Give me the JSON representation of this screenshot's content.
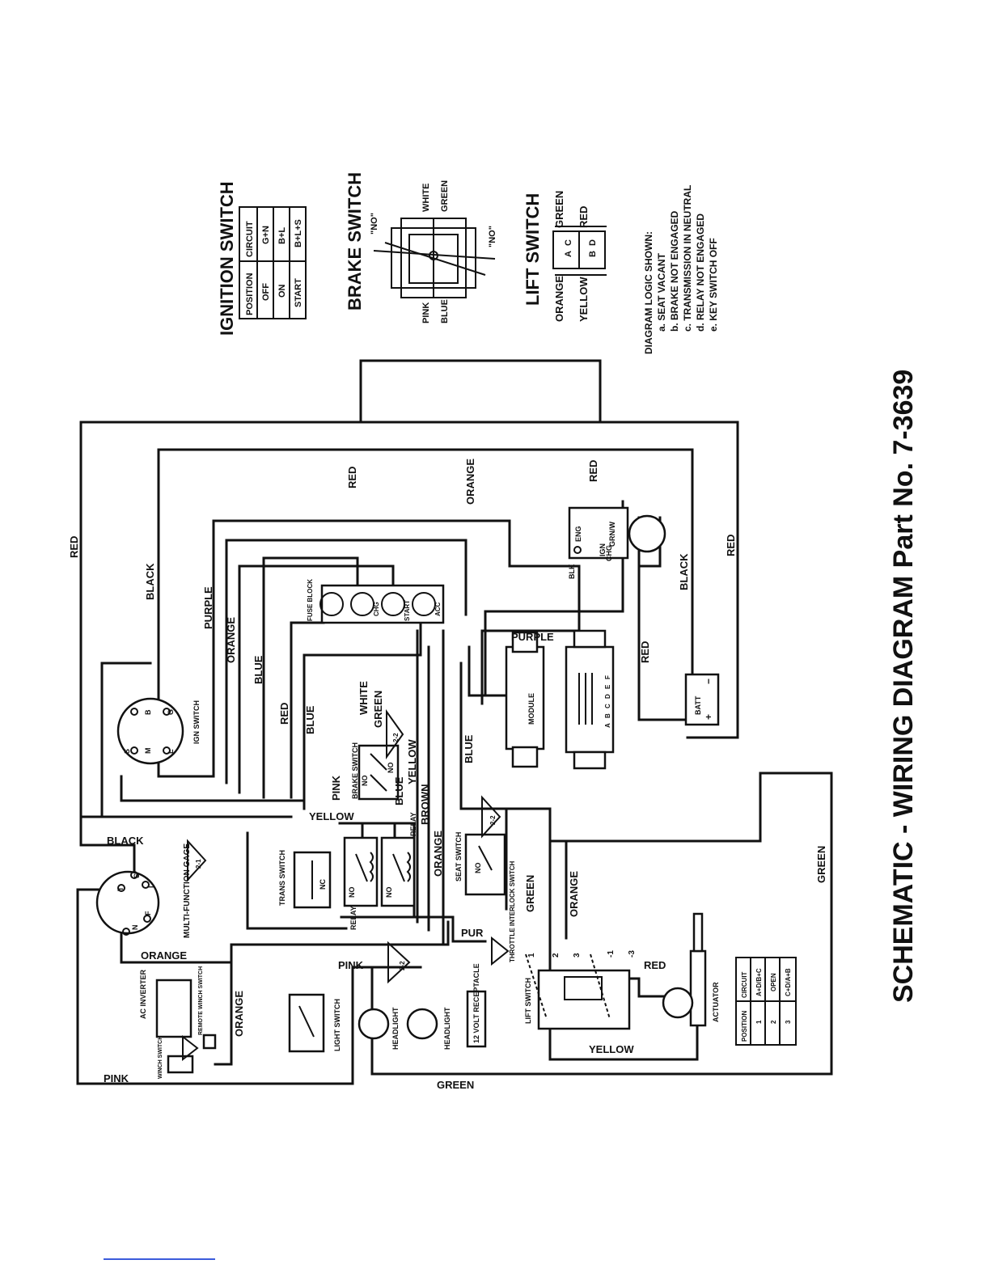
{
  "title": "SCHEMATIC - WIRING DIAGRAM Part No. 7-3639",
  "ignition_table": {
    "heading": "IGNITION SWITCH",
    "headers": [
      "POSITION",
      "CIRCUIT"
    ],
    "rows": [
      [
        "OFF",
        "G+N"
      ],
      [
        "ON",
        "B+L"
      ],
      [
        "START",
        "B+L+S"
      ]
    ]
  },
  "brake_switch": {
    "heading": "BRAKE SWITCH",
    "labels": [
      "\"NO\"",
      "WHITE",
      "GREEN",
      "PINK",
      "BLUE",
      "\"NO\""
    ]
  },
  "lift_switch": {
    "heading": "LIFT SWITCH",
    "labels": [
      "ORANGE",
      "YELLOW",
      "GREEN",
      "RED"
    ],
    "contacts": [
      "A",
      "C",
      "B",
      "D"
    ]
  },
  "diagram_logic": {
    "heading": "DIAGRAM LOGIC SHOWN:",
    "items": [
      "a. SEAT VACANT",
      "b. BRAKE NOT ENGAGED",
      "c. TRANSMISSION IN NEUTRAL",
      "d. RELAY NOT ENGAGED",
      "e. KEY SWITCH OFF"
    ]
  },
  "position_table": {
    "headers": [
      "POSITION",
      "CIRCUIT"
    ],
    "rows": [
      [
        "1",
        "A+D/B+C"
      ],
      [
        "2",
        "OPEN"
      ],
      [
        "3",
        "C+D/A+B"
      ]
    ]
  },
  "wire_labels": {
    "red1": "RED",
    "black1": "BLACK",
    "purple1": "PURPLE",
    "orange1": "ORANGE",
    "blue1": "BLUE",
    "red2": "RED",
    "blue2": "BLUE",
    "red3": "RED",
    "orange2": "ORANGE",
    "red4": "RED",
    "black2": "BLACK",
    "red5": "RED",
    "purple2": "PURPLE",
    "red6": "RED",
    "white": "WHITE",
    "green1": "GREEN",
    "pink1": "PINK",
    "yellow1": "YELLOW",
    "blue3": "BLUE",
    "yellow2": "YELLOW",
    "brown": "BROWN",
    "blue4": "BLUE",
    "orange3": "ORANGE",
    "black3": "BLACK",
    "orange4": "ORANGE",
    "pur": "PUR",
    "pink2": "PINK",
    "orange5": "ORANGE",
    "green2": "GREEN",
    "orange6": "ORANGE",
    "red7": "RED",
    "yellow3": "YELLOW",
    "pink3": "PINK",
    "green3": "GREEN",
    "green4": "GREEN"
  },
  "components": {
    "fuse_block": "FUSE BLOCK",
    "chg": "CHG",
    "start": "START",
    "acc": "ACC",
    "eng_block": [
      "ENG",
      "IGN",
      "GRN/W",
      "CHG",
      "BLK"
    ],
    "module": "MODULE",
    "module_pins": [
      "A",
      "B",
      "C",
      "D",
      "E",
      "F"
    ],
    "battery": "BATT",
    "ign_switch": "IGN SWITCH",
    "ign_pins": [
      "B",
      "G",
      "L",
      "S",
      "M"
    ],
    "brake_switch": "BRAKE SWITCH",
    "no": "NO",
    "relay": "RELAY",
    "trans_switch": "TRANS SWITCH",
    "nc": "NC",
    "seat_switch": "SEAT SWITCH",
    "throttle_interlock": "THROTTLE INTERLOCK SWITCH",
    "multi_function_gage": "MULTI-FUNCTION GAGE",
    "gage_pins": [
      "S",
      "I",
      "F",
      "N",
      "T"
    ],
    "ac_inverter": "AC INVERTER",
    "remote_winch_switch": "REMOTE WINCH SWITCH",
    "winch_switch": "WINCH SWITCH",
    "light_switch": "LIGHT SWITCH",
    "headlight1": "HEADLIGHT",
    "headlight2": "HEADLIGHT",
    "receptacle": "12 VOLT RECEPTACLE",
    "lift_switch": "LIFT SWITCH",
    "lift_positions": [
      "1",
      "2",
      "3",
      "-1",
      "-3"
    ],
    "actuator": "ACTUATOR"
  },
  "notes": {
    "n22": "2-2",
    "n21": "2-1",
    "n23": "2-2",
    "n24": "2-2"
  }
}
